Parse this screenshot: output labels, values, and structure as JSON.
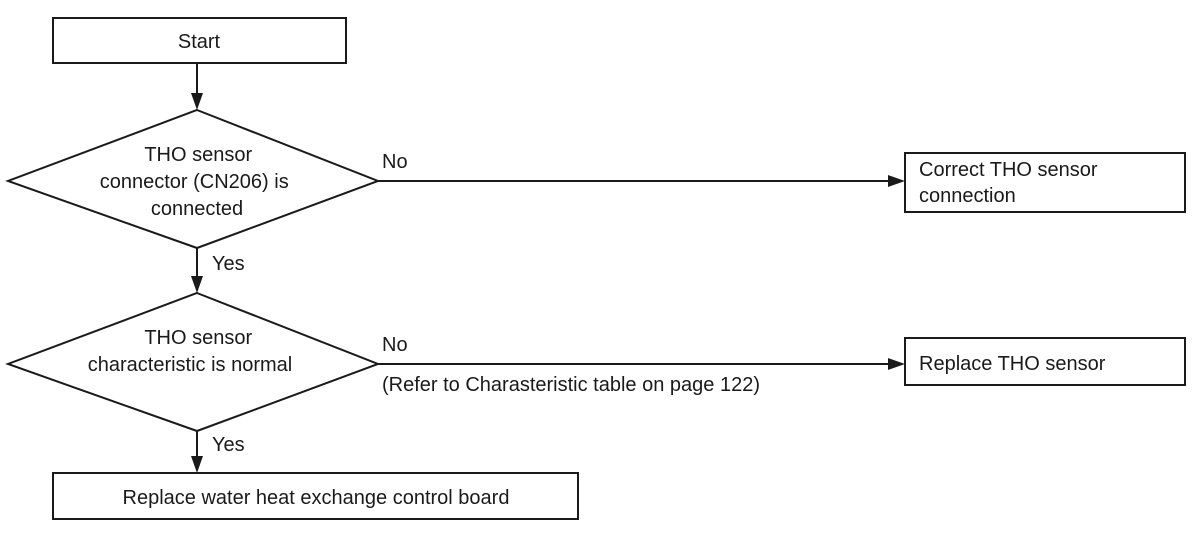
{
  "nodes": {
    "start": {
      "text": "Start"
    },
    "decision1": {
      "lines": [
        "THO sensor",
        "connector (CN206) is",
        "connected"
      ]
    },
    "action1": {
      "lines": [
        "Correct THO sensor",
        "connection"
      ]
    },
    "decision2": {
      "lines": [
        "THO sensor",
        "characteristic is normal"
      ]
    },
    "action2": {
      "text": "Replace THO sensor"
    },
    "end": {
      "text": "Replace water heat exchange control board"
    }
  },
  "edges": {
    "decision1_no": "No",
    "decision1_yes": "Yes",
    "decision2_no": "No",
    "decision2_no_note": "(Refer to Charasteristic table on page 122)",
    "decision2_yes": "Yes"
  },
  "colors": {
    "line": "#1a1a1a",
    "fill": "#ffffff"
  }
}
